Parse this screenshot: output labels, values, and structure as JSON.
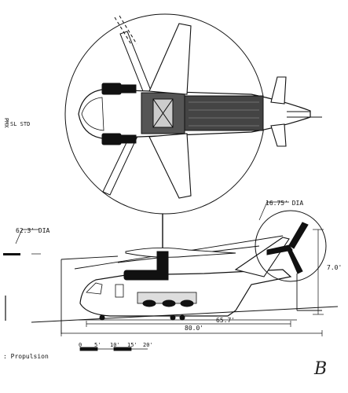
{
  "drawing": {
    "dimensions": {
      "tail_rotor_dia": "16.75' DIA",
      "main_rotor_dia": "62.3' DIA",
      "height": "7.0'",
      "fuselage_length": "65.7'",
      "overall_length": "80.0'"
    },
    "left_margin": {
      "vertical_marks": "PMX",
      "sl_std": "SL STD",
      "propulsion": ": Propulsion"
    },
    "scale_ticks": [
      "0",
      "5'",
      "10'",
      "15'",
      "20'"
    ],
    "corner_mark": "B"
  }
}
